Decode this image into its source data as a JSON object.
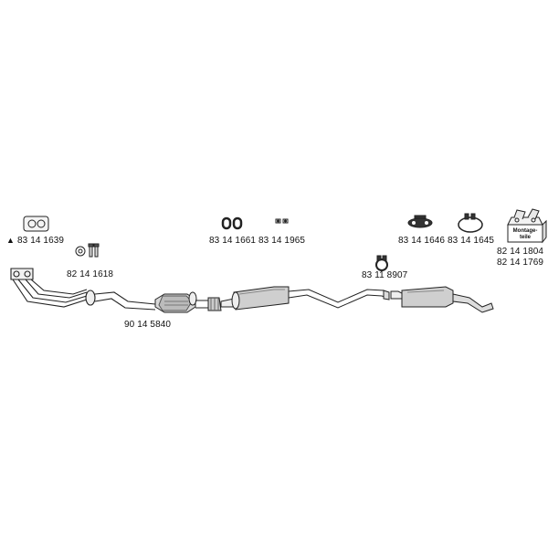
{
  "parts": {
    "flange_gasket": {
      "part_no": "83 14 1639",
      "marker": "▲"
    },
    "bolt_spring_set": {
      "part_no": "82 14 1618"
    },
    "front_pipe_assembly": {
      "part_no": "90 14 5840"
    },
    "rubber_mount_pair": {
      "part_no": "83 14 1661"
    },
    "small_fitting": {
      "part_no": "83 14 1965"
    },
    "pipe_clamp": {
      "part_no": "83 11 8907"
    },
    "rubber_hanger": {
      "part_no": "83 14 1646"
    },
    "clamp_ring": {
      "part_no": "83 14 1645"
    },
    "mounting_kit": {
      "part_nos": [
        "82 14 1804",
        "82 14 1769"
      ],
      "box_text_1": "Montage-",
      "box_text_2": "teile"
    }
  }
}
